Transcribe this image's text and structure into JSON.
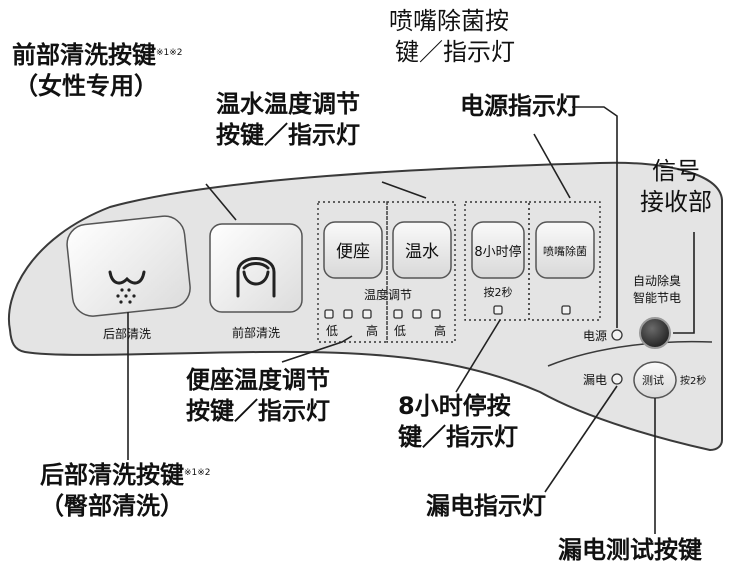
{
  "callouts": {
    "front_wash": {
      "line1": "前部清洗按键",
      "sup": "※1※2",
      "line2": "（女性专用）"
    },
    "water_temp": {
      "line1": "温水温度调节",
      "line2": "按键／指示灯"
    },
    "nozzle_clean": {
      "line1": "喷嘴除菌按",
      "line2": "键／指示灯"
    },
    "power_indicator": {
      "line1": "电源指示灯"
    },
    "signal_receiver": {
      "line1": "信号",
      "line2": "接收部"
    },
    "seat_temp": {
      "line1": "便座温度调节",
      "line2": "按键／指示灯"
    },
    "eight_hour": {
      "line1": "8小时停按",
      "line2": "键／指示灯"
    },
    "rear_wash": {
      "line1": "后部清洗按键",
      "sup": "※1※2",
      "line2": "（臀部清洗）"
    },
    "leak_indicator": {
      "line1": "漏电指示灯"
    },
    "leak_test": {
      "line1": "漏电测试按键"
    }
  },
  "panel": {
    "rear_wash_label": "后部清洗",
    "front_wash_label": "前部清洗",
    "seat_button": "便座",
    "water_button": "温水",
    "temp_group_label": "温度调节",
    "temp_low": "低",
    "temp_high": "高",
    "eight_hour_button": "8小时停",
    "eight_hour_hint": "按2秒",
    "nozzle_button": "喷嘴除菌",
    "deodor_line1": "自动除臭",
    "deodor_line2": "智能节电",
    "power_label": "电源",
    "leak_label": "漏电",
    "test_button": "测试",
    "test_hint": "按2秒"
  },
  "colors": {
    "panel_fill": "#e4e4e4",
    "panel_outline": "#3a3a3a",
    "button_fill": "#ededed",
    "sensor": "#2b2b2b",
    "text": "#111111"
  },
  "icons": [
    "rear-wash-spray-icon",
    "front-wash-woman-icon"
  ]
}
